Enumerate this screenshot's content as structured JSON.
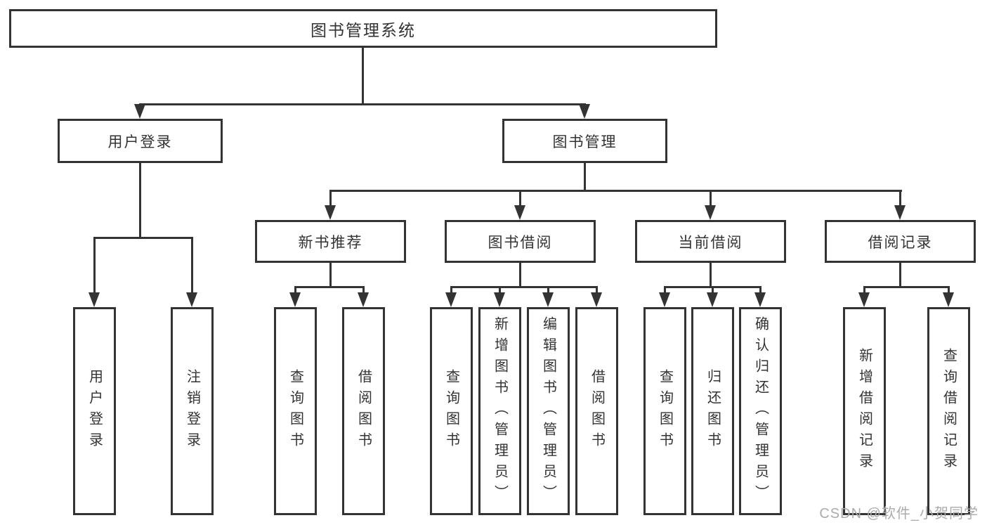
{
  "diagram": {
    "root": "图书管理系统",
    "level1": [
      {
        "label": "用户登录",
        "children": [
          "用户登录",
          "注销登录"
        ]
      },
      {
        "label": "图书管理",
        "groups": [
          {
            "label": "新书推荐",
            "children": [
              "查询图书",
              "借阅图书"
            ]
          },
          {
            "label": "图书借阅",
            "children": [
              "查询图书",
              "新增图书（管理员）",
              "编辑图书（管理员）",
              "借阅图书"
            ]
          },
          {
            "label": "当前借阅",
            "children": [
              "查询图书",
              "归还图书",
              "确认归还（管理员）"
            ]
          },
          {
            "label": "借阅记录",
            "children": [
              "新增借阅记录",
              "查询借阅记录"
            ]
          }
        ]
      }
    ]
  },
  "watermark": "CSDN @软件_小贺同学",
  "colors": {
    "line": "#333333",
    "background": "#ffffff",
    "watermark": "#ababab"
  }
}
